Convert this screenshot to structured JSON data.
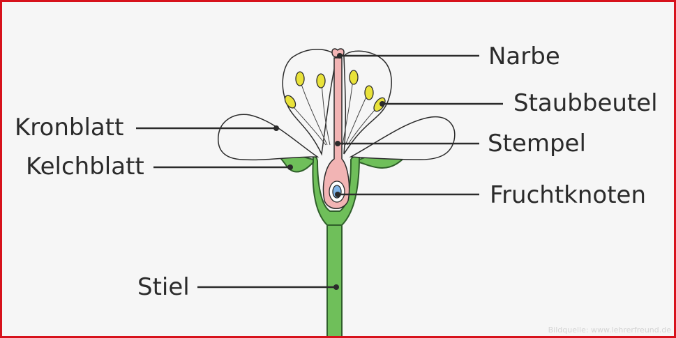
{
  "diagram": {
    "labels": {
      "narbe": "Narbe",
      "staubbeutel": "Staubbeutel",
      "kronblatt": "Kronblatt",
      "stempel": "Stempel",
      "kelchblatt": "Kelchblatt",
      "fruchtknoten": "Fruchtknoten",
      "stiel": "Stiel"
    },
    "watermark": "Bildquelle: www.lehrerfreund.de"
  },
  "colors": {
    "border": "#d7121c",
    "background": "#f6f6f6",
    "stem_fill": "#6fbf5a",
    "stem_stroke": "#2f5f2a",
    "pistil_fill": "#f2b4b4",
    "anther_fill": "#e9e23a",
    "ovule_fill": "#7fb3e6",
    "leader_line": "#2b2b2b"
  }
}
